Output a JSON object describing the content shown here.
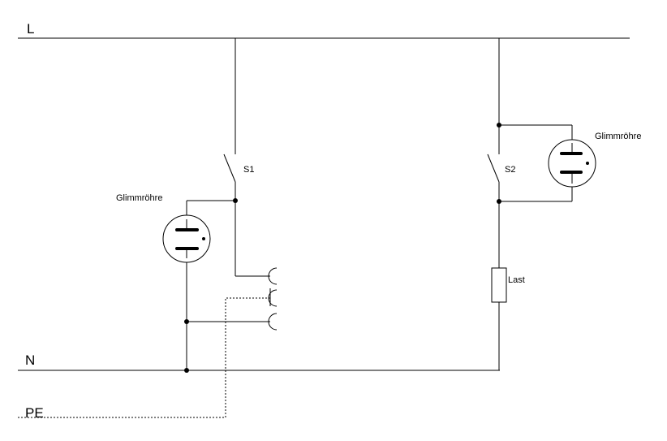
{
  "lines": {
    "l_label": "L",
    "n_label": "N",
    "pe_label": "PE"
  },
  "switches": {
    "s1_label": "S1",
    "s2_label": "S2"
  },
  "lamps": {
    "left_label": "Glimmröhre",
    "right_label": "Glimmröhre"
  },
  "load": {
    "label": "Last"
  }
}
